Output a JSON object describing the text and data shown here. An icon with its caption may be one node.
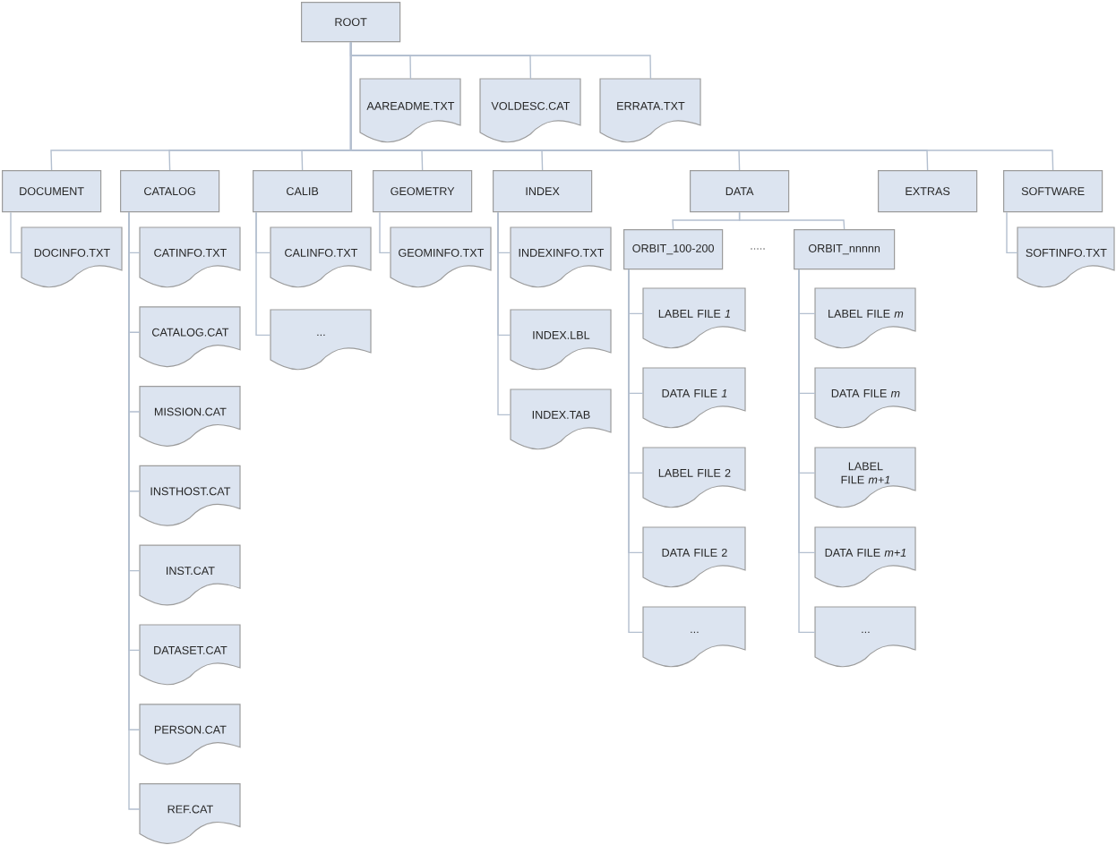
{
  "diagram": {
    "nodes": [
      {
        "text": [
          "ROOT"
        ]
      },
      {
        "text": [
          "AAREADME.TXT"
        ]
      },
      {
        "text": [
          "VOLDESC.CAT"
        ]
      },
      {
        "text": [
          "ERRATA.TXT"
        ]
      },
      {
        "text": [
          "DOCUMENT"
        ]
      },
      {
        "text": [
          "CATALOG"
        ]
      },
      {
        "text": [
          "CALIB"
        ]
      },
      {
        "text": [
          "GEOMETRY"
        ]
      },
      {
        "text": [
          "INDEX"
        ]
      },
      {
        "text": [
          "DATA"
        ]
      },
      {
        "text": [
          "EXTRAS"
        ]
      },
      {
        "text": [
          "SOFTWARE"
        ]
      },
      {
        "text": [
          "DOCINFO.TXT"
        ]
      },
      {
        "text": [
          "CATINFO.TXT"
        ]
      },
      {
        "text": [
          "CATALOG.CAT"
        ]
      },
      {
        "text": [
          "MISSION.CAT"
        ]
      },
      {
        "text": [
          "INSTHOST.CAT"
        ]
      },
      {
        "text": [
          "INST.CAT"
        ]
      },
      {
        "text": [
          "DATASET.CAT"
        ]
      },
      {
        "text": [
          "PERSON.CAT"
        ]
      },
      {
        "text": [
          "REF.CAT"
        ]
      },
      {
        "text": [
          "CALINFO.TXT"
        ]
      },
      {
        "text": [
          "..."
        ]
      },
      {
        "text": [
          "GEOMINFO.TXT"
        ]
      },
      {
        "text": [
          "INDEXINFO.TXT"
        ]
      },
      {
        "text": [
          "INDEX.LBL"
        ]
      },
      {
        "text": [
          "INDEX.TAB"
        ]
      },
      {
        "text": [
          "ORBIT_100-200"
        ]
      },
      {
        "text": [
          "ORBIT_nnnnn"
        ]
      },
      {
        "text": [
          "LABEL FILE *1*"
        ]
      },
      {
        "text": [
          "DATA FILE *1*"
        ]
      },
      {
        "text": [
          "LABEL FILE 2"
        ]
      },
      {
        "text": [
          "DATA FILE 2"
        ]
      },
      {
        "text": [
          "..."
        ]
      },
      {
        "text": [
          "LABEL FILE *m*"
        ]
      },
      {
        "text": [
          "DATA FILE *m*"
        ]
      },
      {
        "text": [
          "LABEL FILE *m+1*"
        ]
      },
      {
        "text": [
          "DATA FILE *m+1*"
        ]
      },
      {
        "text": [
          "..."
        ]
      },
      {
        "text": [
          "SOFTINFO.TXT"
        ]
      }
    ],
    "edges": [
      {
        "from": 0,
        "to": 1,
        "arrow": "none"
      },
      {
        "from": 0,
        "to": 2,
        "arrow": "none"
      },
      {
        "from": 0,
        "to": 3,
        "arrow": "none"
      },
      {
        "from": 0,
        "to": 4,
        "arrow": "none"
      },
      {
        "from": 0,
        "to": 5,
        "arrow": "none"
      },
      {
        "from": 0,
        "to": 6,
        "arrow": "none"
      },
      {
        "from": 0,
        "to": 7,
        "arrow": "none"
      },
      {
        "from": 0,
        "to": 8,
        "arrow": "none"
      },
      {
        "from": 0,
        "to": 9,
        "arrow": "none"
      },
      {
        "from": 0,
        "to": 10,
        "arrow": "none"
      },
      {
        "from": 0,
        "to": 11,
        "arrow": "none"
      },
      {
        "from": 4,
        "to": 12,
        "arrow": "none"
      },
      {
        "from": 5,
        "to": 13,
        "arrow": "none"
      },
      {
        "from": 5,
        "to": 14,
        "arrow": "none"
      },
      {
        "from": 5,
        "to": 15,
        "arrow": "none"
      },
      {
        "from": 5,
        "to": 16,
        "arrow": "none"
      },
      {
        "from": 5,
        "to": 17,
        "arrow": "none"
      },
      {
        "from": 5,
        "to": 18,
        "arrow": "none"
      },
      {
        "from": 5,
        "to": 19,
        "arrow": "none"
      },
      {
        "from": 5,
        "to": 20,
        "arrow": "none"
      },
      {
        "from": 6,
        "to": 21,
        "arrow": "none"
      },
      {
        "from": 6,
        "to": 22,
        "arrow": "none"
      },
      {
        "from": 7,
        "to": 23,
        "arrow": "none"
      },
      {
        "from": 8,
        "to": 24,
        "arrow": "none"
      },
      {
        "from": 8,
        "to": 25,
        "arrow": "none"
      },
      {
        "from": 8,
        "to": 26,
        "arrow": "none"
      },
      {
        "from": 9,
        "to": 27,
        "arrow": "none"
      },
      {
        "from": 9,
        "to": 28,
        "arrow": "none"
      },
      {
        "from": 27,
        "to": 29,
        "arrow": "none"
      },
      {
        "from": 27,
        "to": 30,
        "arrow": "none"
      },
      {
        "from": 27,
        "to": 31,
        "arrow": "none"
      },
      {
        "from": 27,
        "to": 32,
        "arrow": "none"
      },
      {
        "from": 27,
        "to": 33,
        "arrow": "none"
      },
      {
        "from": 28,
        "to": 34,
        "arrow": "none"
      },
      {
        "from": 28,
        "to": 35,
        "arrow": "none"
      },
      {
        "from": 28,
        "to": 36,
        "arrow": "none"
      },
      {
        "from": 28,
        "to": 37,
        "arrow": "none"
      },
      {
        "from": 28,
        "to": 38,
        "arrow": "none"
      },
      {
        "from": 11,
        "to": 39,
        "arrow": "none"
      }
    ],
    "labels": [
      "....."
    ]
  }
}
